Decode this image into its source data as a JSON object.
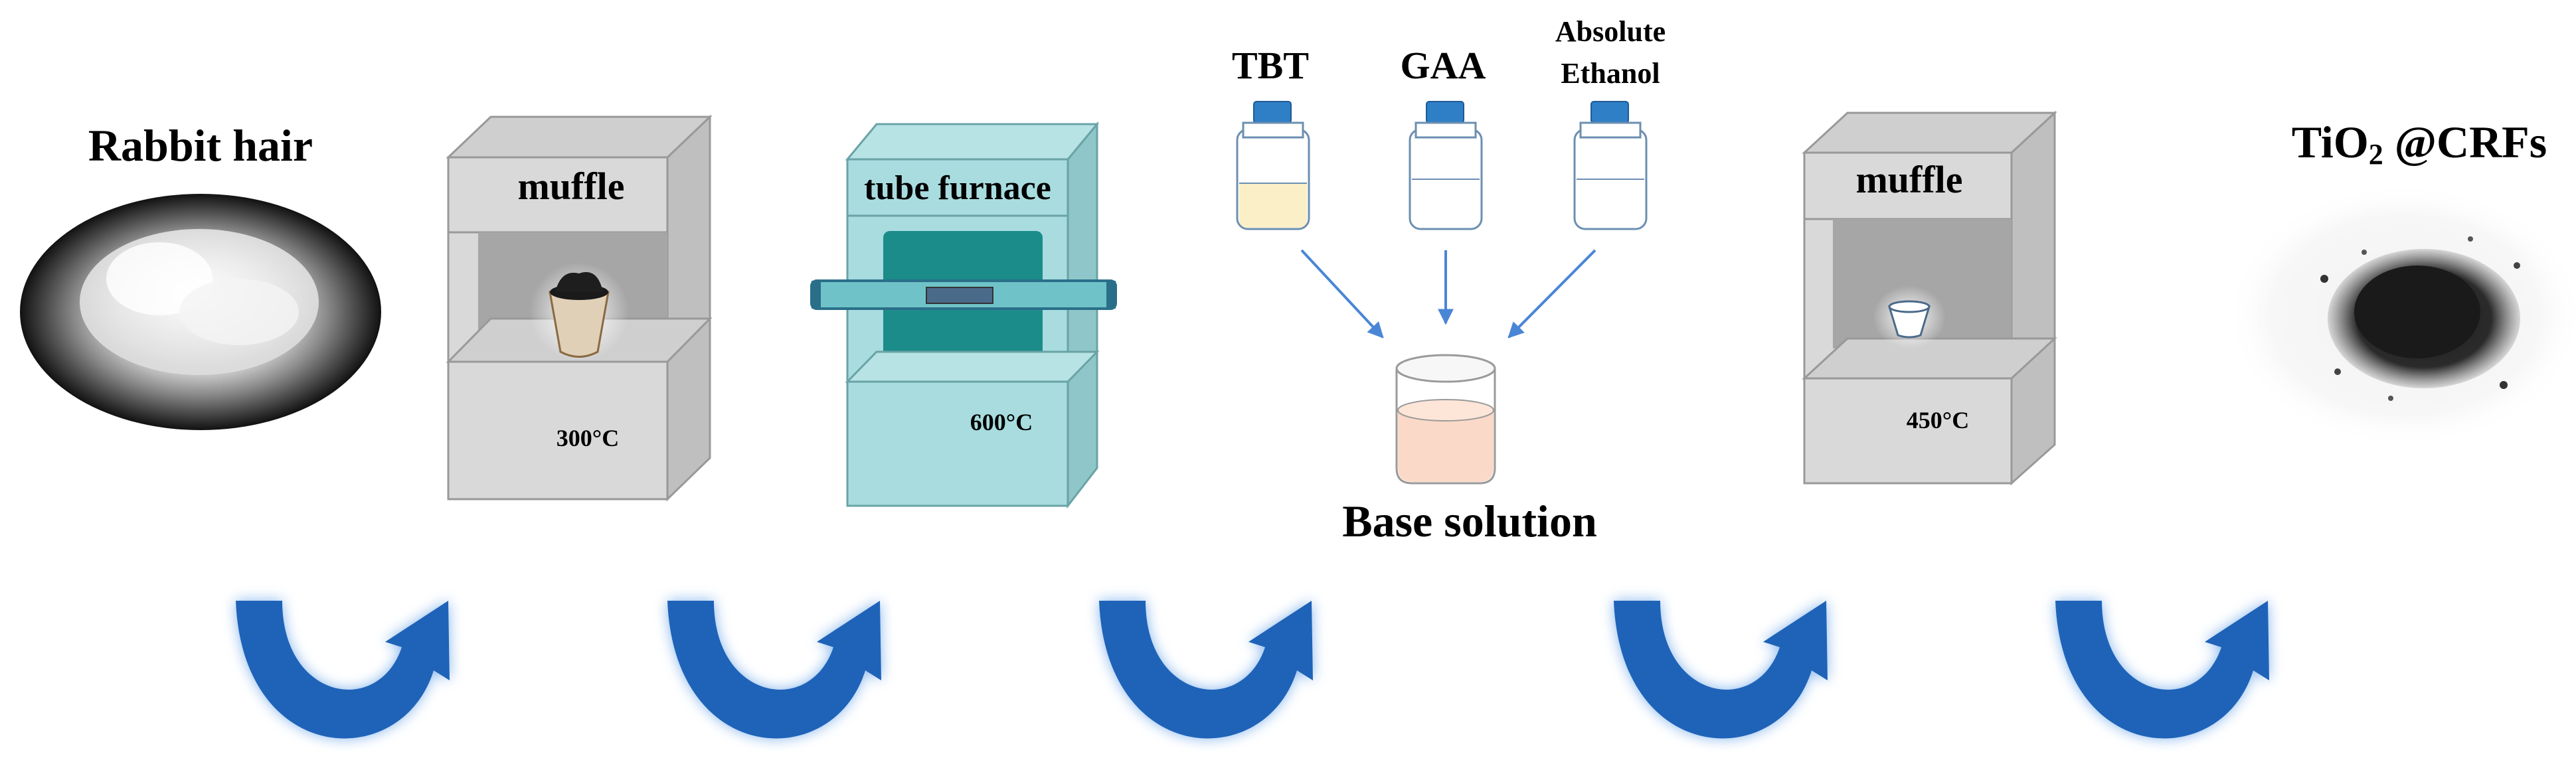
{
  "materials": {
    "start_label": "Rabbit hair",
    "product_label_main": "TiO",
    "product_label_sub": "2",
    "product_label_rest": " @CRFs"
  },
  "equipment": {
    "muffle1": {
      "label": "muffle",
      "temperature": "300°C"
    },
    "tube_furnace": {
      "label": "tube furnace",
      "temperature": "600°C"
    },
    "muffle2": {
      "label": "muffle",
      "temperature": "450°C"
    }
  },
  "reagents": {
    "tbt": "TBT",
    "gaa": "GAA",
    "ethanol_line1": "Absolute",
    "ethanol_line2": "Ethanol"
  },
  "mixture": {
    "label": "Base solution"
  },
  "step_arrow_count": 5,
  "colors": {
    "oven_face": "#d9d9d9",
    "oven_side": "#bfbfbf",
    "oven_window": "#a6a6a6",
    "tube_face": "#a8dcdf",
    "tube_window": "#1b8c8a",
    "arrow_blue": "#1f63b8",
    "cap_blue": "#2f7fc6",
    "line_blue": "#4a86d6"
  }
}
